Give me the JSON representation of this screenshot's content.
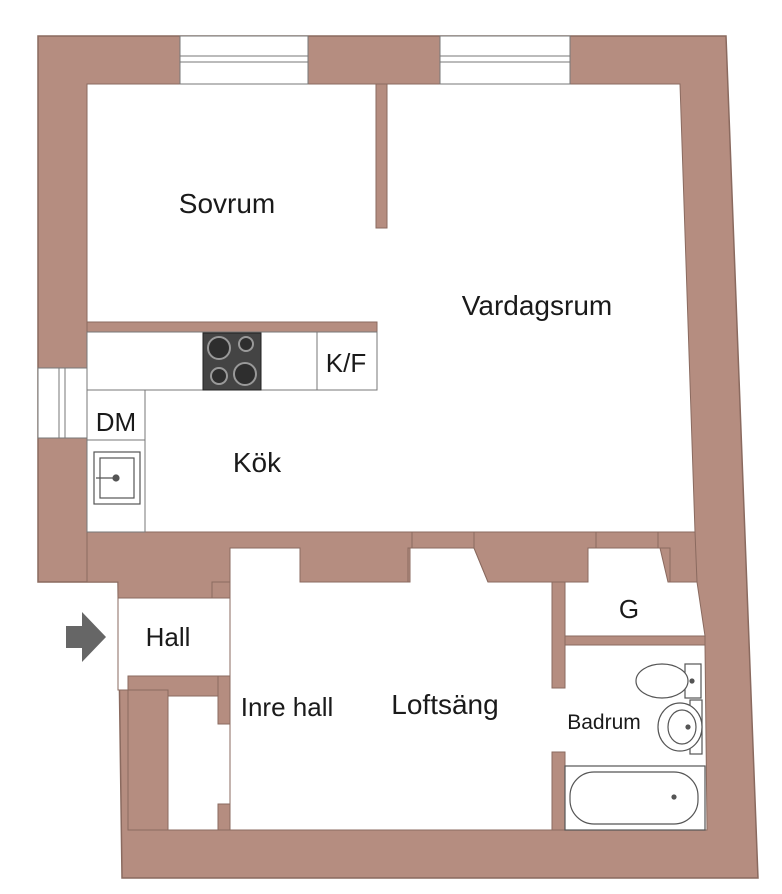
{
  "colors": {
    "wall": "#b58d80",
    "wall_stroke": "#8a6a5f",
    "floor": "#ffffff",
    "fixture": "#555555",
    "arrow": "#666666"
  },
  "rooms": {
    "sovrum": "Sovrum",
    "vardagsrum": "Vardagsrum",
    "kok": "Kök",
    "kf": "K/F",
    "dm": "DM",
    "g": "G",
    "hall": "Hall",
    "inre_hall": "Inre hall",
    "loftsang": "Loftsäng",
    "badrum": "Badrum"
  },
  "icons": {
    "entrance": "arrow-right-icon",
    "stove": "stove-icon",
    "sink": "sink-icon",
    "toilet": "toilet-icon",
    "basin": "washbasin-icon",
    "bathtub": "bathtub-icon",
    "window": "window-icon"
  }
}
